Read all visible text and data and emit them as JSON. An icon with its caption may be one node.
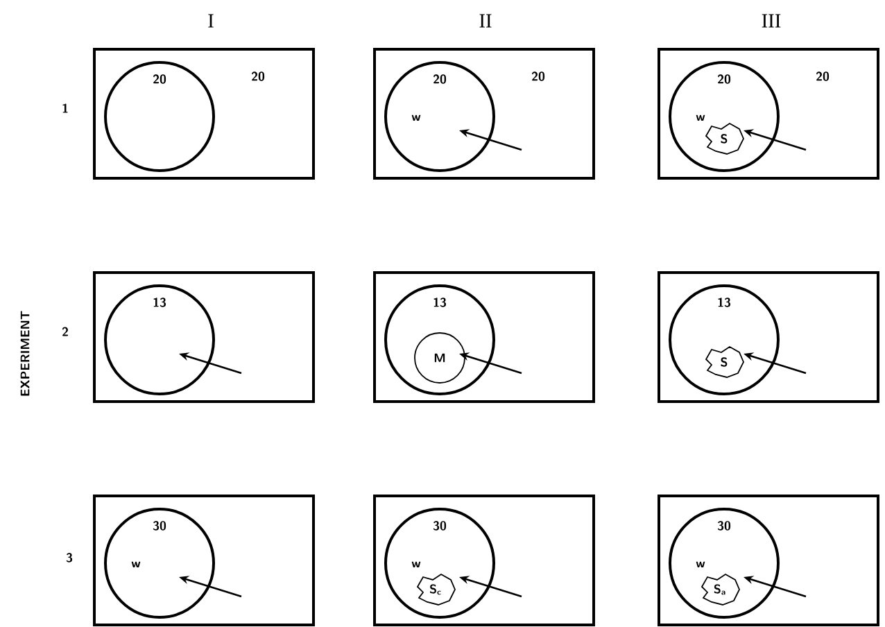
{
  "diagram": {
    "nodes": [
      {
        "text": [
          "20"
        ]
      },
      {
        "text": [
          "20"
        ],
        "in": 0
      },
      {
        "text": [
          "20"
        ]
      },
      {
        "text": [
          "20",
          "w"
        ],
        "in": 2
      },
      {
        "text": [
          "20"
        ]
      },
      {
        "text": [
          "20",
          "w"
        ],
        "in": 4
      },
      {
        "text": [
          "S"
        ],
        "in": 5
      },
      {
        "text": [],
        "shape": "box"
      },
      {
        "text": [
          "13"
        ],
        "in": 7
      },
      {
        "text": [],
        "shape": "box"
      },
      {
        "text": [
          "13"
        ],
        "in": 9
      },
      {
        "text": [
          "M"
        ],
        "in": 10
      },
      {
        "text": [],
        "shape": "box"
      },
      {
        "text": [
          "13"
        ],
        "in": 12
      },
      {
        "text": [
          "S"
        ],
        "in": 13
      },
      {
        "text": [],
        "shape": "box"
      },
      {
        "text": [
          "30",
          "w"
        ],
        "in": 15
      },
      {
        "text": [],
        "shape": "box"
      },
      {
        "text": [
          "30",
          "w"
        ],
        "in": 17
      },
      {
        "text": [
          "S$_{c}$"
        ],
        "in": 18
      },
      {
        "text": [],
        "shape": "box"
      },
      {
        "text": [
          "30",
          "w"
        ],
        "in": 20
      },
      {
        "text": [
          "S$_{a}$"
        ],
        "in": 21
      }
    ],
    "labels": [
      "I",
      "II",
      "III",
      "1",
      "2",
      "3",
      "EXPERIMENT"
    ]
  }
}
